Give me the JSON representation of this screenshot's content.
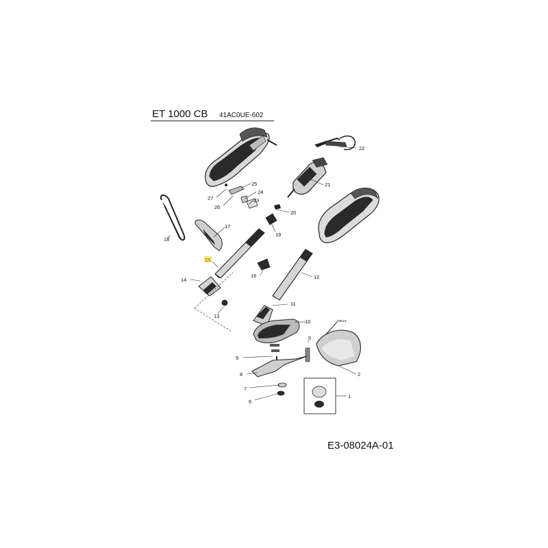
{
  "header": {
    "title": "ET 1000 CB",
    "model": "41AC0UE-602"
  },
  "footer": {
    "diagram_id": "E3-08024A-01"
  },
  "parts": [
    {
      "number": "1",
      "highlighted": false
    },
    {
      "number": "2",
      "highlighted": false
    },
    {
      "number": "5",
      "highlighted": false
    },
    {
      "number": "6",
      "highlighted": false
    },
    {
      "number": "7",
      "highlighted": false
    },
    {
      "number": "8",
      "highlighted": false
    },
    {
      "number": "9",
      "highlighted": false
    },
    {
      "number": "10",
      "highlighted": false
    },
    {
      "number": "11",
      "highlighted": false
    },
    {
      "number": "12",
      "highlighted": false
    },
    {
      "number": "13",
      "highlighted": false
    },
    {
      "number": "14",
      "highlighted": false
    },
    {
      "number": "15",
      "highlighted": true
    },
    {
      "number": "16",
      "highlighted": false
    },
    {
      "number": "17",
      "highlighted": false
    },
    {
      "number": "18",
      "highlighted": false
    },
    {
      "number": "19",
      "highlighted": false
    },
    {
      "number": "20",
      "highlighted": false
    },
    {
      "number": "21",
      "highlighted": false
    },
    {
      "number": "22",
      "highlighted": false
    },
    {
      "number": "23",
      "highlighted": false
    },
    {
      "number": "24",
      "highlighted": false
    },
    {
      "number": "25",
      "highlighted": false
    },
    {
      "number": "26",
      "highlighted": false
    },
    {
      "number": "27",
      "highlighted": false
    }
  ],
  "screw_spec": "M5x16",
  "colors": {
    "line": "#222222",
    "dark": "#2a2a2a",
    "highlight": "#f6e27a"
  }
}
